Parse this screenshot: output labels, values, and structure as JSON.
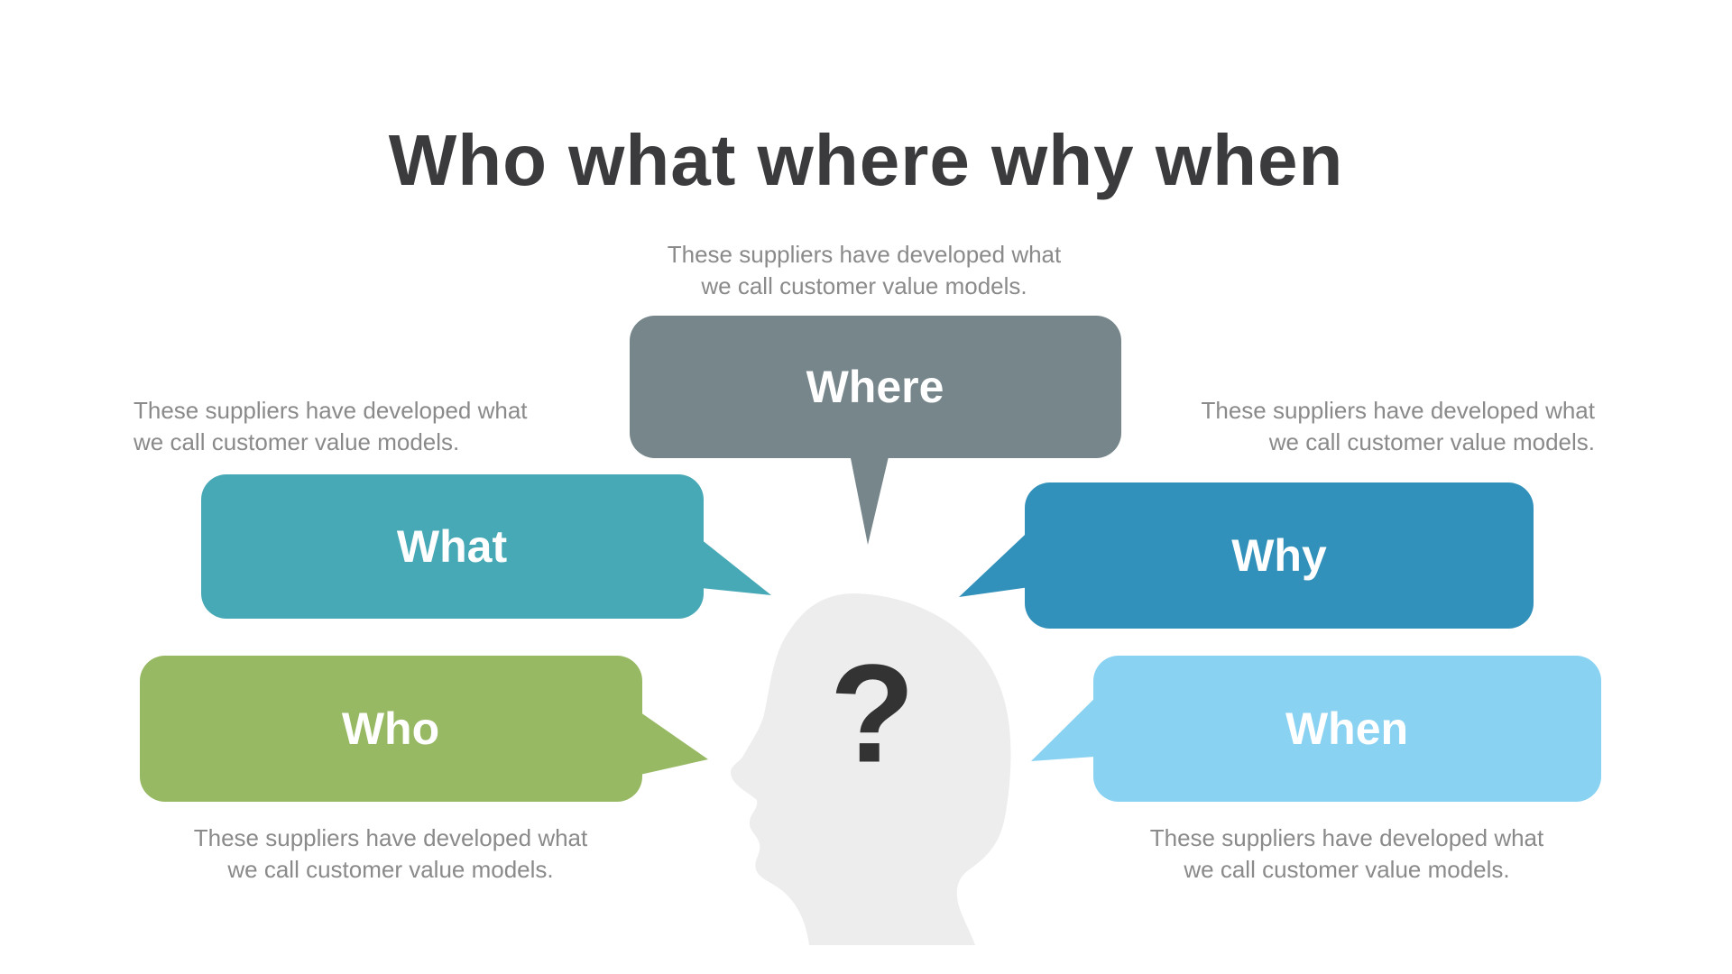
{
  "slide": {
    "title": "Who what where why when",
    "background_color": "#ffffff",
    "title_color": "#3b3b3d",
    "caption_color": "#8a8a8a",
    "label_color": "#ffffff"
  },
  "head": {
    "color": "#ededed",
    "question_mark": "?",
    "question_mark_color": "#333333"
  },
  "bubbles": [
    {
      "label": "Where",
      "color": "#76868b",
      "caption": {
        "line1": "These suppliers have developed what",
        "line2": "we call customer value models."
      }
    },
    {
      "label": "What",
      "color": "#48a9b6",
      "caption": {
        "line1": "These suppliers have developed what",
        "line2": "we call customer value models."
      }
    },
    {
      "label": "Why",
      "color": "#3191ba",
      "caption": {
        "line1": "These suppliers have developed what",
        "line2": "we call customer value models."
      }
    },
    {
      "label": "Who",
      "color": "#97b963",
      "caption": {
        "line1": "These suppliers have developed what",
        "line2": "we call customer value models."
      }
    },
    {
      "label": "When",
      "color": "#8ad2f2",
      "caption": {
        "line1": "These suppliers have developed what",
        "line2": "we call customer value models."
      }
    }
  ]
}
